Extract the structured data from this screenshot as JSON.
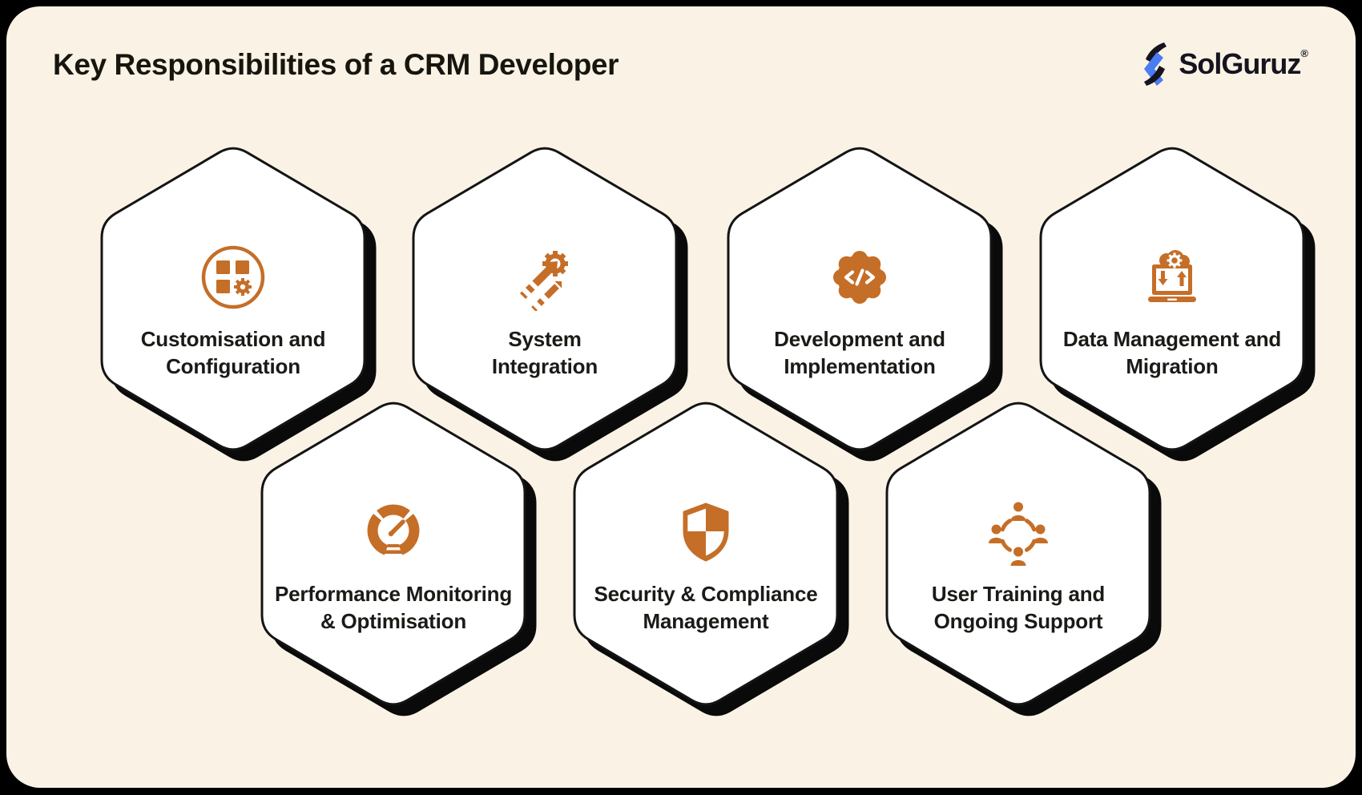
{
  "title": "Key Responsibilities of a CRM Developer",
  "brand": {
    "name": "SolGuruz",
    "registered": "®"
  },
  "colors": {
    "accent_orange": "#C56E28",
    "card_background": "#FAF3E5",
    "outer_border": "#000000",
    "hexagon_fill": "#FFFFFF",
    "hexagon_outline": "#141414",
    "hexagon_shadow": "#0A0A0A",
    "text": "#1B1A17",
    "logo_blue": "#4A7CF2"
  },
  "hexagons": [
    {
      "id": "customisation-configuration",
      "icon": "modules-and-gear-icon",
      "line1": "Customisation and",
      "line2": "Configuration"
    },
    {
      "id": "system-integration",
      "icon": "arrows-into-gear-icon",
      "line1": "System",
      "line2": "Integration"
    },
    {
      "id": "development-implementation",
      "icon": "code-gear-icon",
      "line1": "Development and",
      "line2": "Implementation"
    },
    {
      "id": "data-management-migration",
      "icon": "laptop-cloud-gear-icon",
      "line1": "Data Management and",
      "line2": "Migration"
    },
    {
      "id": "performance-monitoring-optimisation",
      "icon": "speedometer-icon",
      "line1": "Performance Monitoring",
      "line2": "& Optimisation"
    },
    {
      "id": "security-compliance-management",
      "icon": "shield-icon",
      "line1": "Security & Compliance",
      "line2": "Management"
    },
    {
      "id": "user-training-ongoing-support",
      "icon": "users-network-icon",
      "line1": "User Training and",
      "line2": "Ongoing Support"
    }
  ]
}
